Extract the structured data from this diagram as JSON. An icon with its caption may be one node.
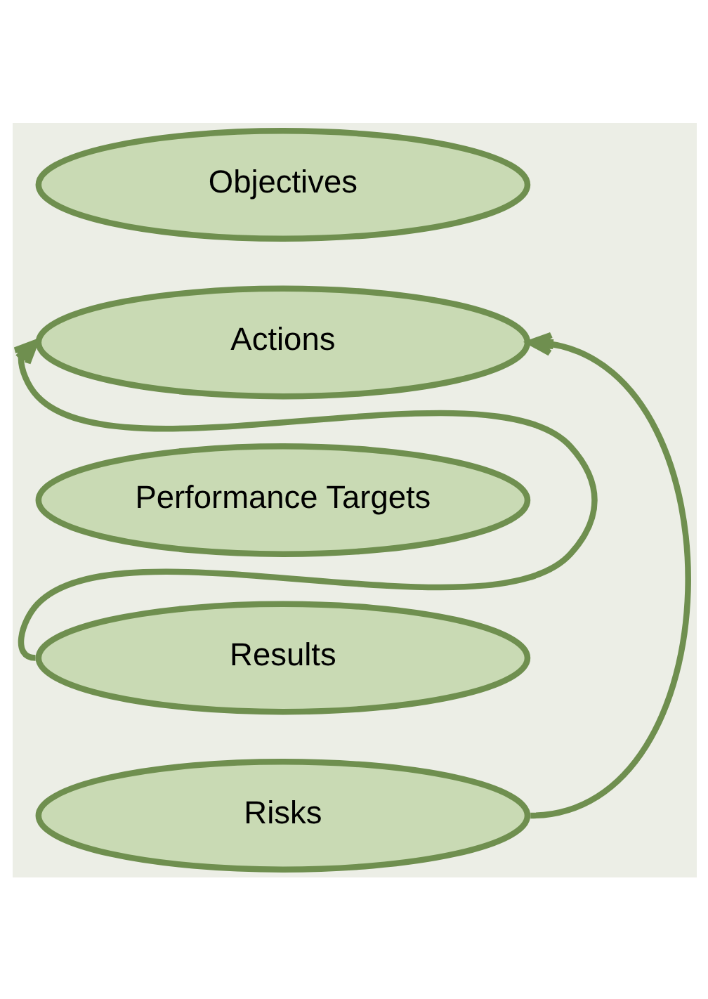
{
  "diagram": {
    "nodes": [
      {
        "text": [
          "Objectives"
        ]
      },
      {
        "text": [
          "Actions"
        ]
      },
      {
        "text": [
          "Performance Targets"
        ]
      },
      {
        "text": [
          "Results"
        ]
      },
      {
        "text": [
          "Risks"
        ]
      }
    ],
    "edges": [
      {
        "from": 3,
        "to": 1,
        "arrow": "to"
      },
      {
        "from": 4,
        "to": 1,
        "arrow": "to"
      }
    ]
  }
}
